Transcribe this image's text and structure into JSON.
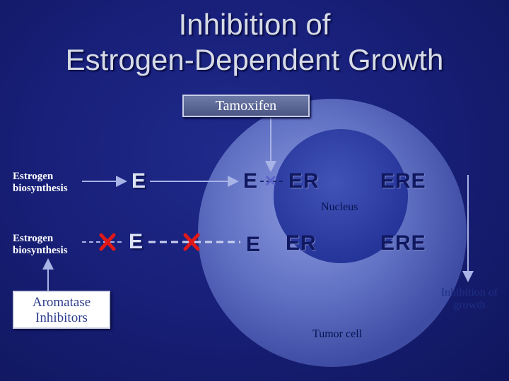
{
  "title": {
    "line1": "Inhibition of",
    "line2": "Estrogen-Dependent Growth"
  },
  "tamoxifen_label": "Tamoxifen",
  "aromatase_label": "Aromatase Inhibitors",
  "row1": {
    "source_label": "Estrogen biosynthesis",
    "estrogen_outside": "E",
    "estrogen_inside": "E",
    "receptor": "ER",
    "complex": "ERE"
  },
  "row2": {
    "source_label": "Estrogen biosynthesis",
    "estrogen_outside": "E",
    "estrogen_inside": "E",
    "receptor": "ER",
    "complex": "ERE"
  },
  "nucleus_label": "Nucleus",
  "tumor_cell_label": "Tumor cell",
  "growth_label": "Inhibition of growth",
  "colors": {
    "background": "#18207a",
    "cell": "#6677c8",
    "nucleus": "#2a3a9c",
    "block_mark": "#e01818",
    "arrow": "#9aa6dd"
  }
}
